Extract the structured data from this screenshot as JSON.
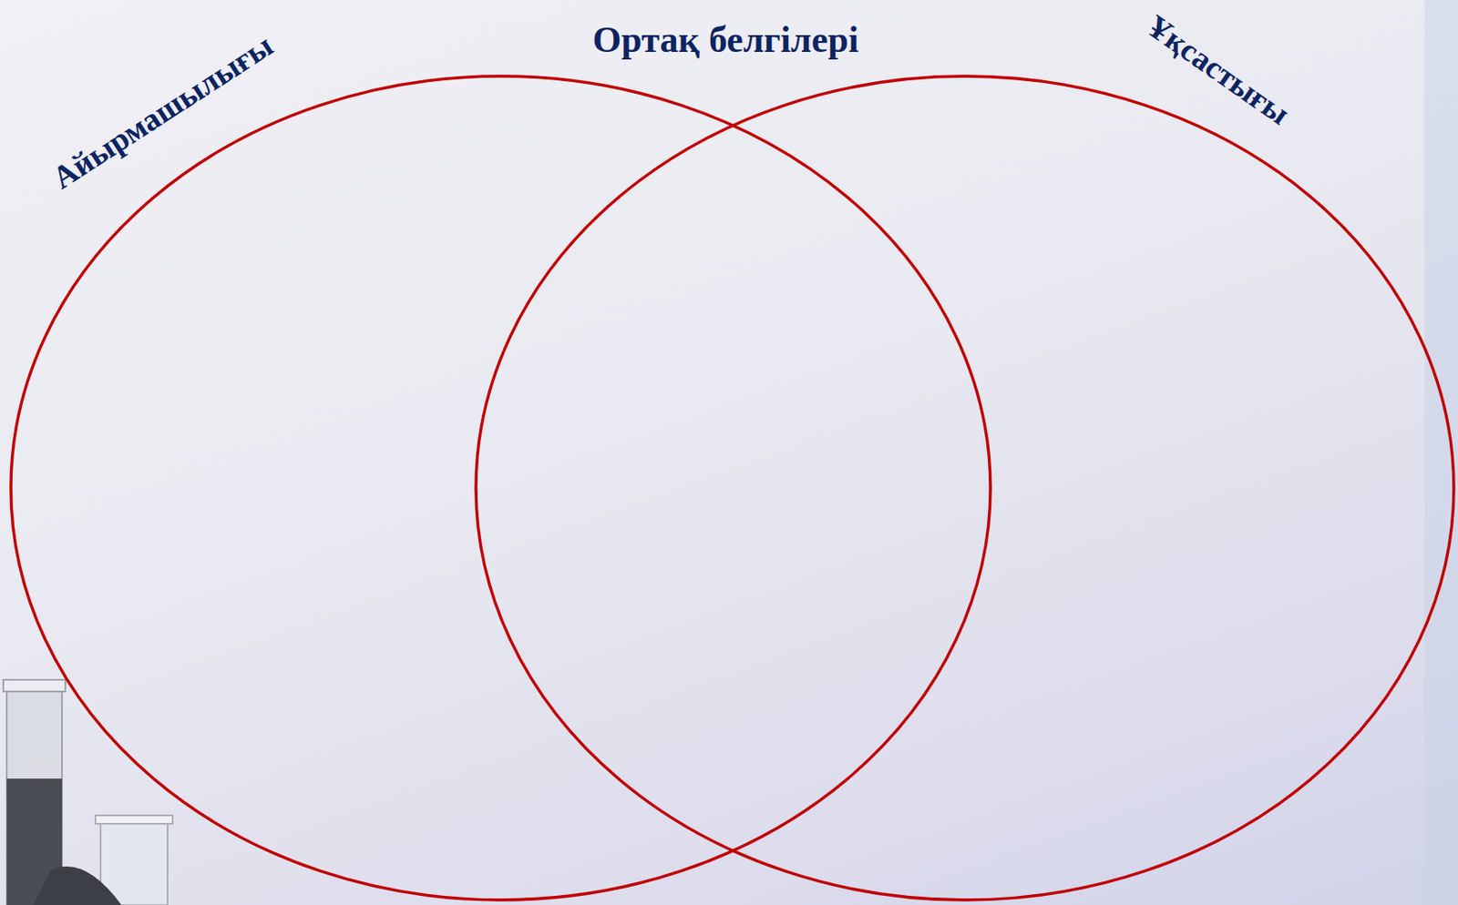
{
  "diagram": {
    "nodes": [
      {
        "text": [
          "Айырмашылығы"
        ]
      },
      {
        "text": [
          "Ұқсастығы"
        ]
      }
    ],
    "labels": [
      "Ортақ белгілері"
    ]
  }
}
